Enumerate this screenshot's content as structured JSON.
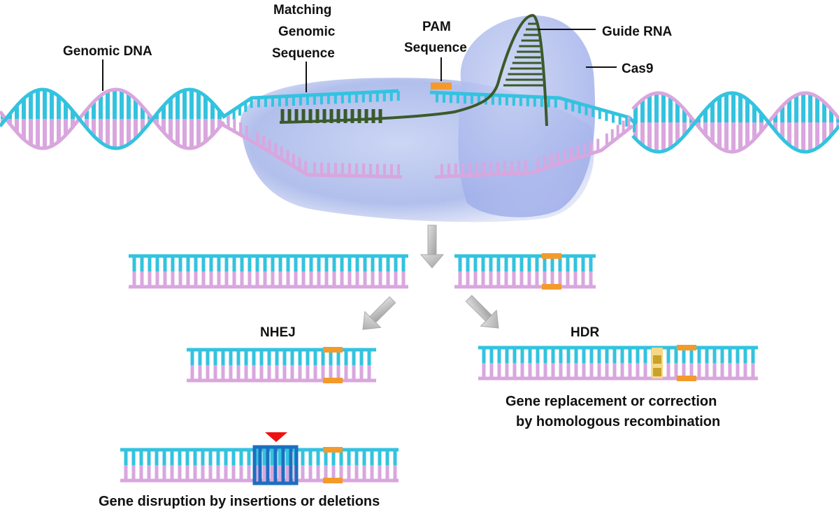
{
  "colors": {
    "strand_top": "#33c3df",
    "strand_bottom": "#d9a6de",
    "guide_rna": "#3b5a2a",
    "pam": "#f39a2b",
    "cas9": "#a6b4e6",
    "hdr_insert": "#c9a227",
    "insertion": "#1c6fc0",
    "indel_marker": "#ee1111",
    "arrow": "#cfcfcf",
    "leader": "#111111"
  },
  "labels": {
    "genomic_dna": "Genomic DNA",
    "matching_1": "Matching",
    "matching_2": "Genomic",
    "matching_3": "Sequence",
    "pam_1": "PAM",
    "pam_2": "Sequence",
    "guide_rna": "Guide RNA",
    "cas9": "Cas9",
    "nhej": "NHEJ",
    "hdr": "HDR",
    "hdr_caption_1": "Gene replacement or correction",
    "hdr_caption_2": "by homologous recombination",
    "nhej_caption": "Gene disruption by insertions or deletions"
  },
  "icons": [
    "double-helix",
    "cas9-complex",
    "guide-rna-hairpin",
    "pam-marker",
    "down-arrow",
    "indel-marker"
  ]
}
